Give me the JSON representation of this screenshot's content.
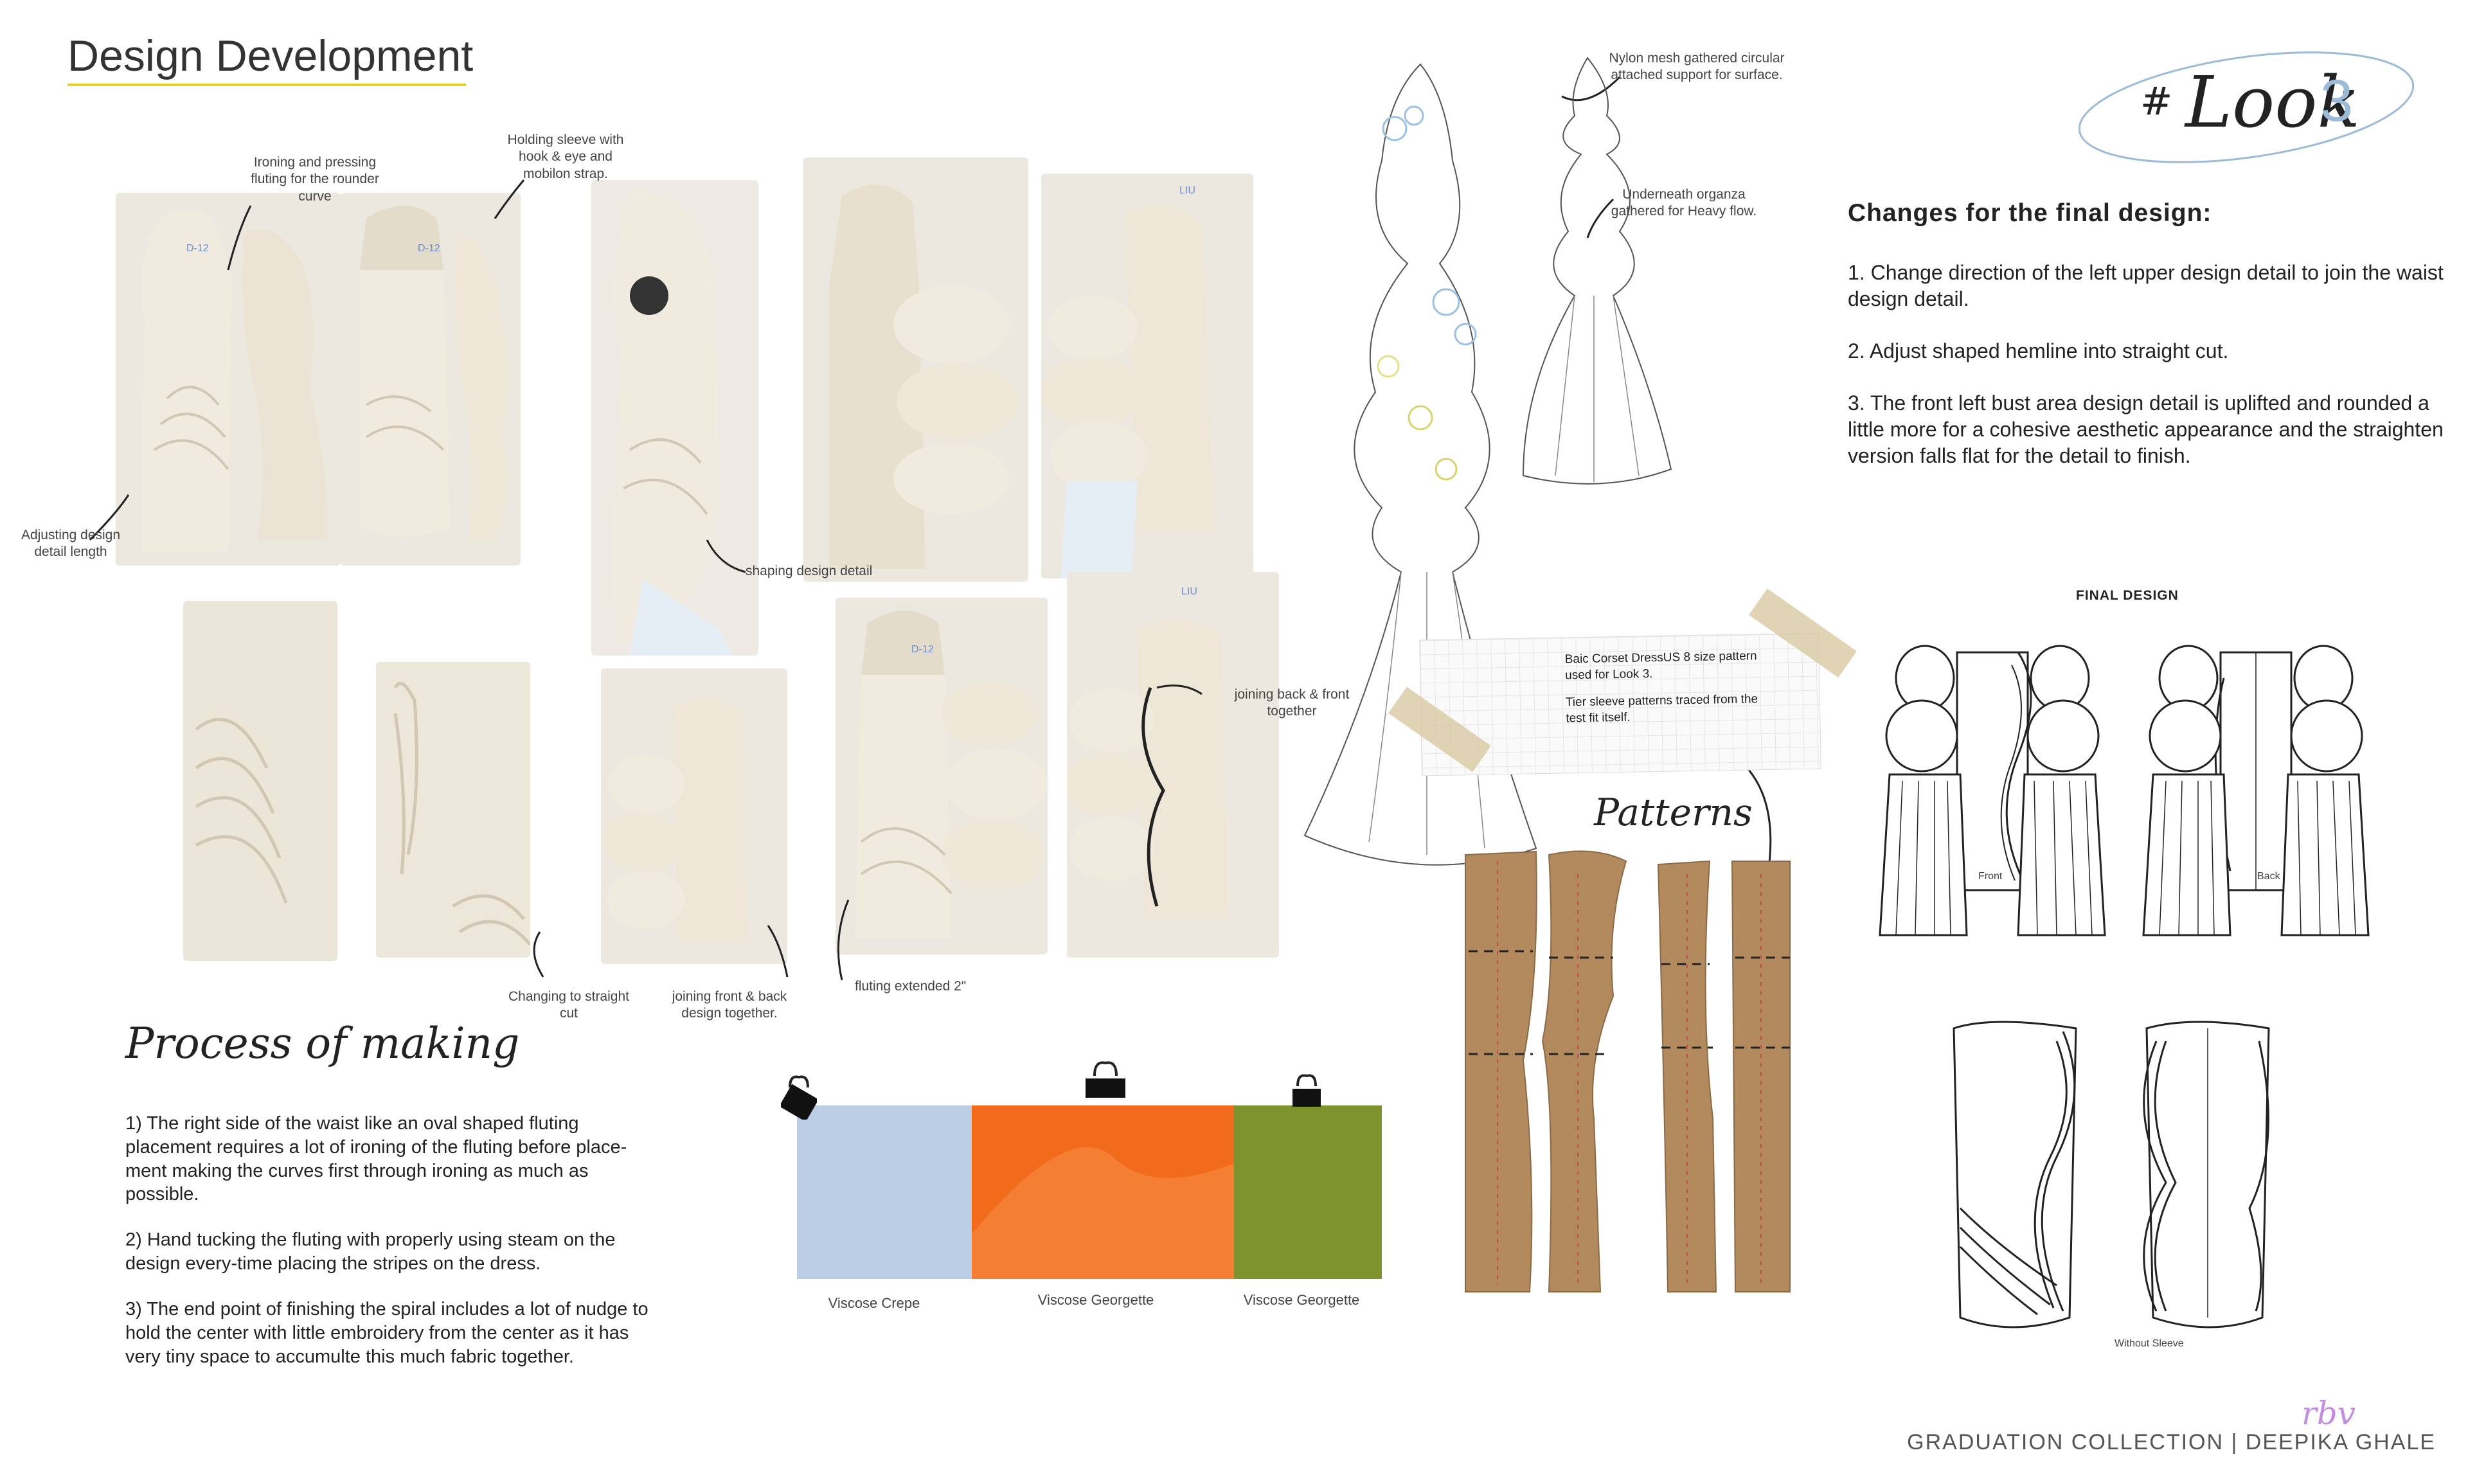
{
  "page_title": "Design Development",
  "look": {
    "hash": "#",
    "word": "Look",
    "number": "3"
  },
  "annotations": {
    "ironing": "Ironing and pressing fluting for the rounder curve",
    "holding_sleeve": "Holding sleeve with hook & eye and mobilon strap.",
    "adjusting": "Adjusting design detail length",
    "shaping": "shaping design detail",
    "joining_back_front": "joining back & front together",
    "straight_cut": "Changing to straight cut",
    "joining_design": "joining front & back design together.",
    "fluting_extended": "fluting extended 2\"",
    "nylon_mesh": "Nylon mesh gathered circular attached support for surface.",
    "organza": "Underneath organza gathered for Heavy flow.",
    "corset_note": "Baic Corset  DressUS 8 size pattern used for Look 3.",
    "tier_note": "Tier sleeve patterns traced from the test fit itself."
  },
  "dress_form_labels": {
    "a": "D-12",
    "b": "D-12",
    "c": "D-12",
    "d": "LIU",
    "e": "LIU"
  },
  "patterns_title": "Patterns",
  "changes": {
    "heading": "Changes for the final design:",
    "items": [
      "1. Change direction of the left upper design detail to join the waist design detail.",
      "2. Adjust shaped hemline into straight cut.",
      "3. The front left bust area design detail is uplifted and rounded a little more for a cohesive aesthetic appearance and the straighten version falls flat for the detail to finish."
    ]
  },
  "final_design": {
    "heading": "FINAL DESIGN",
    "front": "Front",
    "back": "Back",
    "without_sleeve": "Without Sleeve"
  },
  "process": {
    "heading": "Process of making",
    "items": [
      "1) The right side of the waist like an oval shaped fluting placement requires a lot of ironing of the fluting before place-ment making the curves first through ironing as much as possible.",
      "2) Hand tucking the fluting with properly using steam on the design every-time placing the stripes on the dress.",
      "3) The end point of finishing the spiral includes a lot of nudge to hold the center with little embroidery from the center as it has very tiny space to accumulte this much fabric together."
    ]
  },
  "swatches": [
    {
      "label": "Viscose Crepe",
      "color": "#bccde6"
    },
    {
      "label": "Viscose Georgette",
      "color": "#f26a1b"
    },
    {
      "label": "Viscose Georgette",
      "color": "#7e932b"
    }
  ],
  "footer": {
    "logo": "rbv",
    "text": "GRADUATION COLLECTION | DEEPIKA GHALE"
  },
  "colors": {
    "accent_rule": "#e7cf2c",
    "look_ring": "#9bbbd8",
    "pattern_paper": "#b38a5e",
    "fabric": "#efe9dc"
  }
}
